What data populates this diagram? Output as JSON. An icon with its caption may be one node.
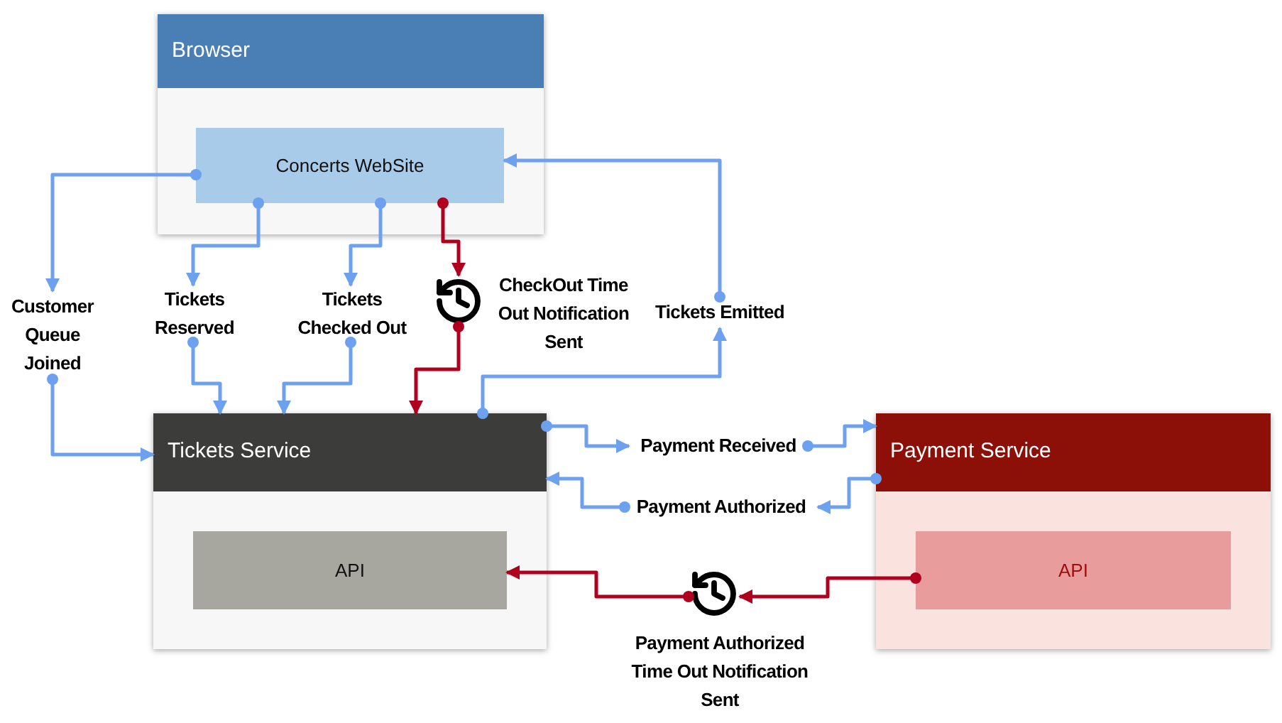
{
  "diagram": {
    "nodes": [
      {
        "text": [
          "Browser"
        ]
      },
      {
        "text": [
          "Concerts WebSite"
        ],
        "in": 0
      },
      {
        "text": [
          "Customer Queue Joined"
        ]
      },
      {
        "text": [
          "Tickets Reserved"
        ]
      },
      {
        "text": [
          "Tickets Checked Out"
        ]
      },
      {
        "text": [],
        "shape": "clock",
        "beside": [
          "CheckOut Time Out Notification Sent"
        ]
      },
      {
        "text": [
          "Tickets Emitted"
        ]
      },
      {
        "text": [
          "Tickets Service"
        ]
      },
      {
        "text": [
          "API"
        ],
        "in": 7
      },
      {
        "text": [
          "Payment Received"
        ]
      },
      {
        "text": [
          "Payment Authorized"
        ]
      },
      {
        "text": [
          "Payment Service"
        ]
      },
      {
        "text": [
          "API"
        ],
        "in": 11
      },
      {
        "text": [],
        "shape": "clock",
        "beside": [
          "Payment Authorized Time Out Notification Sent"
        ]
      }
    ],
    "edges": [
      {
        "from": 1,
        "to": 2,
        "arrow": "to"
      },
      {
        "from": 1,
        "to": 3,
        "arrow": "to"
      },
      {
        "from": 1,
        "to": 4,
        "arrow": "to"
      },
      {
        "from": 1,
        "to": 5,
        "arrow": "to",
        "color": "#b00020"
      },
      {
        "from": 2,
        "to": 7,
        "arrow": "to"
      },
      {
        "from": 3,
        "to": 7,
        "arrow": "to"
      },
      {
        "from": 4,
        "to": 7,
        "arrow": "to"
      },
      {
        "from": 5,
        "to": 7,
        "arrow": "to",
        "color": "#b00020"
      },
      {
        "from": 7,
        "to": 6,
        "arrow": "to"
      },
      {
        "from": 6,
        "to": 1,
        "arrow": "to"
      },
      {
        "from": 7,
        "to": 9,
        "arrow": "to"
      },
      {
        "from": 9,
        "to": 11,
        "arrow": "to"
      },
      {
        "from": 11,
        "to": 10,
        "arrow": "to"
      },
      {
        "from": 10,
        "to": 7,
        "arrow": "to"
      },
      {
        "from": 12,
        "to": 13,
        "arrow": "to",
        "color": "#b00020"
      },
      {
        "from": 13,
        "to": 8,
        "arrow": "to",
        "color": "#b00020"
      }
    ]
  }
}
